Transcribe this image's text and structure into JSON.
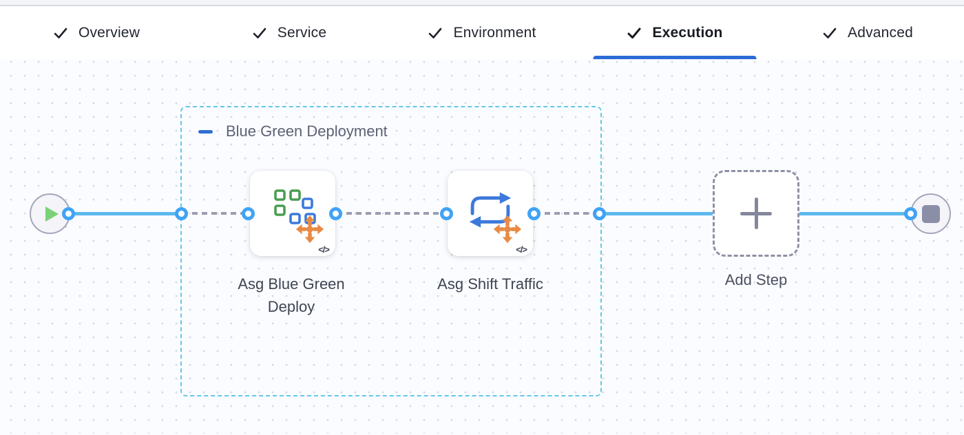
{
  "tab_bar": {
    "items": [
      {
        "label": "Overview",
        "checked": true,
        "active": false
      },
      {
        "label": "Service",
        "checked": true,
        "active": false
      },
      {
        "label": "Environment",
        "checked": true,
        "active": false
      },
      {
        "label": "Execution",
        "checked": true,
        "active": true
      },
      {
        "label": "Advanced",
        "checked": true,
        "active": false
      }
    ]
  },
  "canvas": {
    "start_node": {
      "icon": "play-icon"
    },
    "end_node": {
      "icon": "stop-icon"
    },
    "group": {
      "label": "Blue Green Deployment",
      "collapse_icon": "minus-icon"
    },
    "steps": [
      {
        "label": "Asg Blue Green Deploy",
        "icon": "asg-blue-green-deploy-icon",
        "code_badge": "</>"
      },
      {
        "label": "Asg Shift Traffic",
        "icon": "asg-shift-traffic-icon",
        "code_badge": "</>"
      }
    ],
    "add_step": {
      "label": "Add Step",
      "icon": "plus-icon"
    }
  },
  "colors": {
    "active_tab_underline": "#2b6bd7",
    "connector_line": "#5cb8ee",
    "connector_port": "#40a3f5",
    "group_border": "#64c6ea",
    "collapse_minus": "#2e6fd4",
    "play_green": "#7bd176",
    "stop_gray": "#8b8ea7",
    "icon_orange": "#e88a44",
    "icon_green": "#4a9d52",
    "icon_blue": "#3c79da"
  }
}
